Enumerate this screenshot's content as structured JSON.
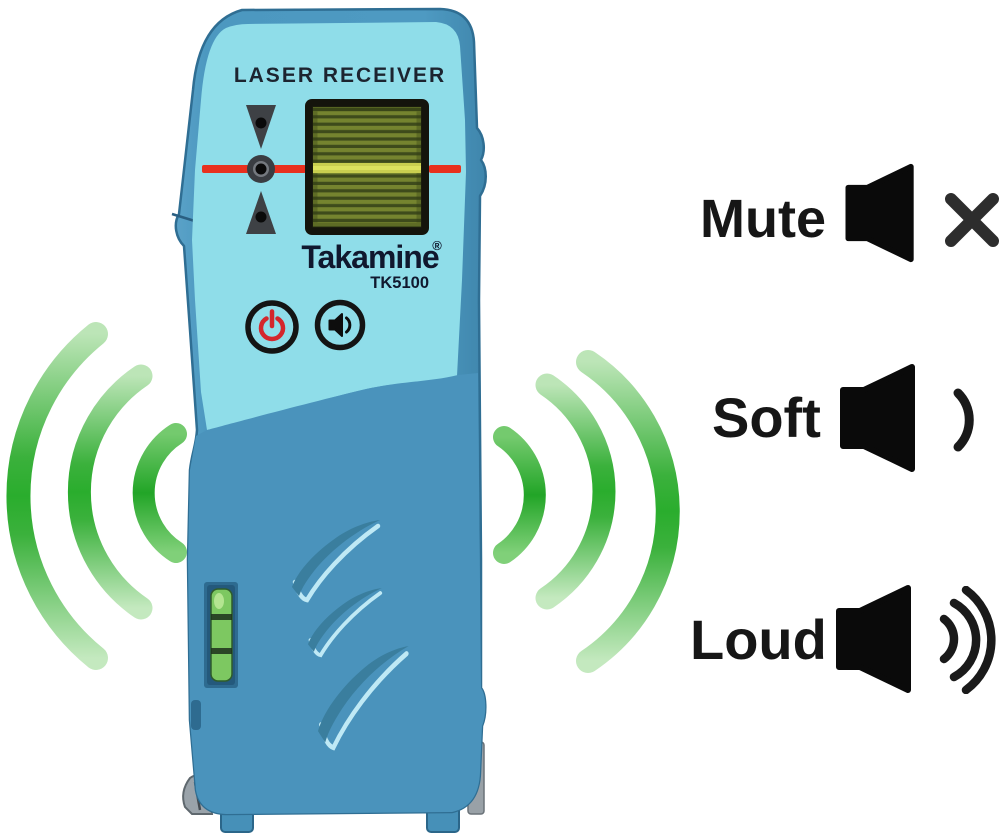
{
  "device": {
    "header": "LASER RECEIVER",
    "brand": "Takamine",
    "registered_mark": "®",
    "model": "TK5100",
    "colors": {
      "body_blue": "#4C98C0",
      "panel_cyan": "#8FDDE9",
      "laser_red": "#E8301E",
      "lcd_olive": "#75842F",
      "lcd_stripe_dark": "#3E4B1B",
      "lcd_highlight": "#C9CF4F",
      "power_red": "#D4262C",
      "vial_green": "#7DC861",
      "wave_green": "#2CA92F",
      "icon_black": "#111111"
    }
  },
  "sound_waves": {
    "left_count": 3,
    "right_count": 3
  },
  "volume_levels": [
    {
      "label": "Mute",
      "indicator": "crossed-out"
    },
    {
      "label": "Soft",
      "indicator": "one-wave"
    },
    {
      "label": "Loud",
      "indicator": "three-waves"
    }
  ]
}
